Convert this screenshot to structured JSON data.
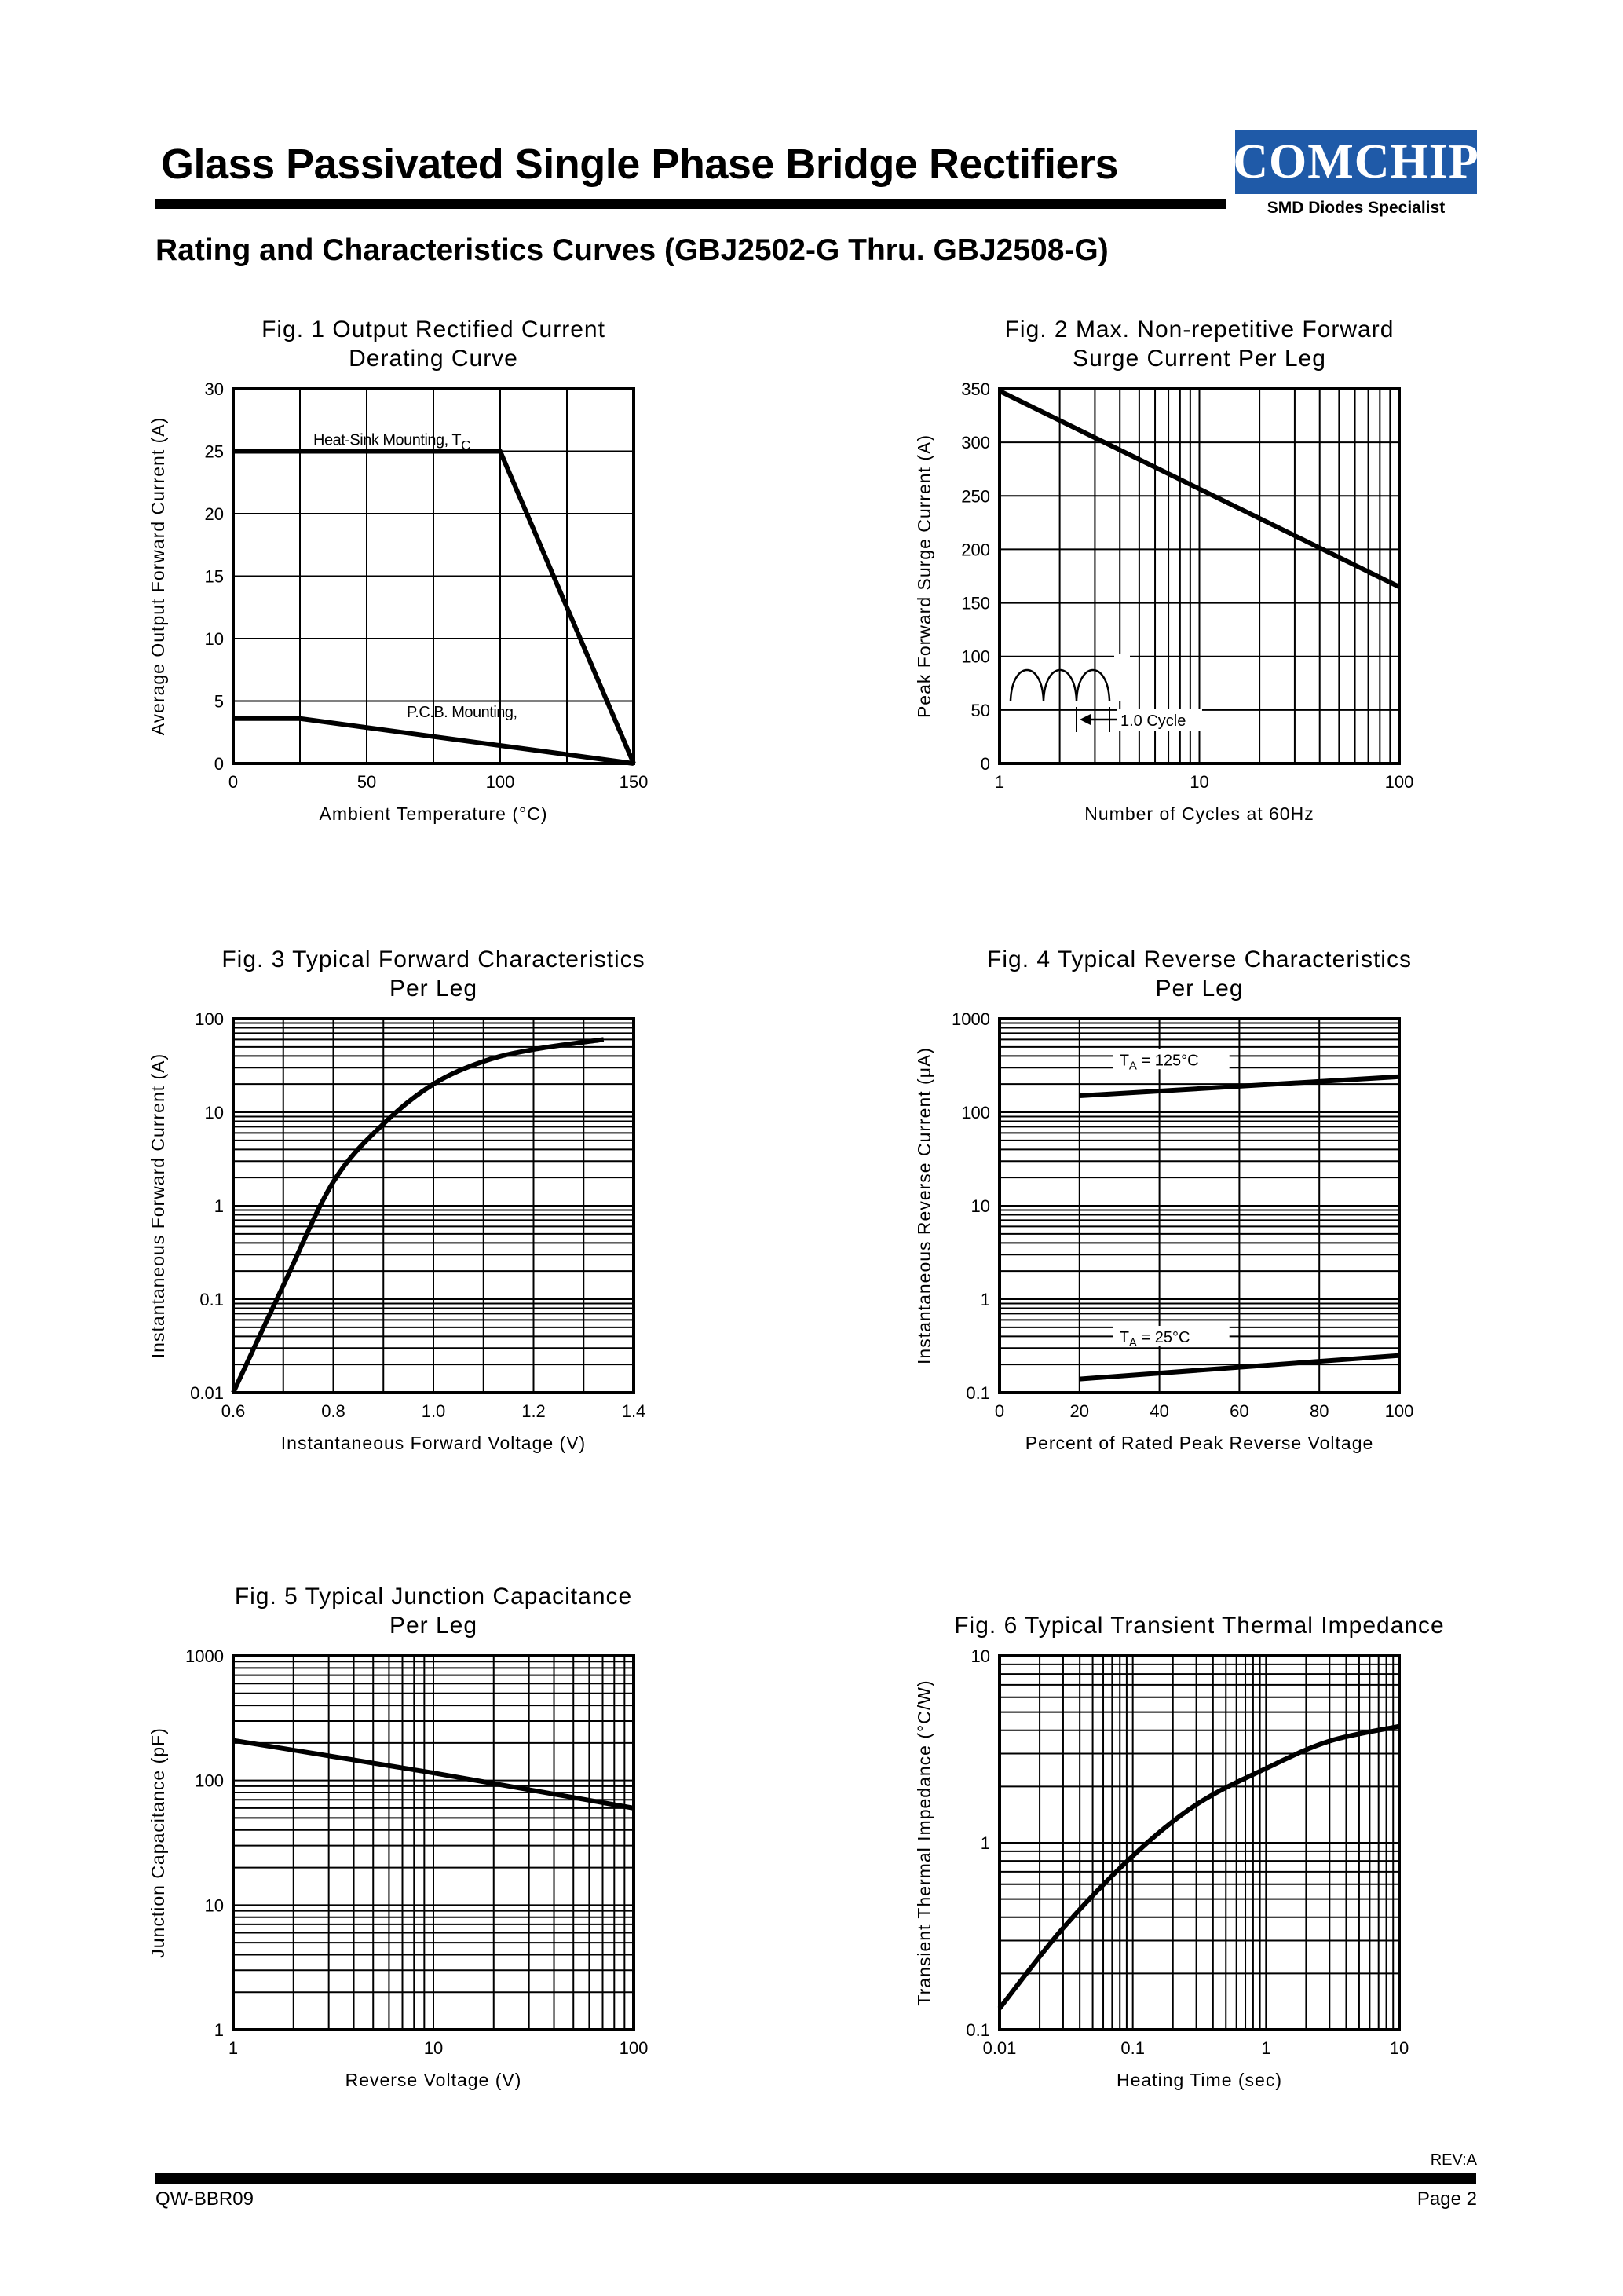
{
  "header": {
    "title": "Glass Passivated Single Phase Bridge Rectifiers",
    "logo_text": "COMCHIP",
    "logo_tagline": "SMD Diodes Specialist",
    "subtitle": "Rating and Characteristics Curves (GBJ2502-G Thru. GBJ2508-G)"
  },
  "footer": {
    "rev": "REV:A",
    "doc_no": "QW-BBR09",
    "page": "Page 2"
  },
  "colors": {
    "logo_bg": "#1f5aa8",
    "ink": "#000000"
  },
  "chart_data": [
    {
      "type": "line",
      "title": [
        "Fig. 1 Output Rectified Current",
        "Derating Curve"
      ],
      "xlabel": "Ambient Temperature (°C)",
      "ylabel": "Average Output Forward Current (A)",
      "xscale": "linear",
      "yscale": "linear",
      "xlim": [
        0,
        150
      ],
      "ylim": [
        0,
        30
      ],
      "xticks": [
        0,
        50,
        100,
        150
      ],
      "xtick_labels": [
        "0",
        "50",
        "100",
        "150"
      ],
      "yticks": [
        0,
        5,
        10,
        15,
        20,
        25,
        30
      ],
      "ytick_labels": [
        "0",
        "5",
        "10",
        "15",
        "20",
        "25",
        "30"
      ],
      "grid": true,
      "series": [
        {
          "name": "Heat-Sink Mounting, TC",
          "x": [
            0,
            100,
            150
          ],
          "y": [
            25,
            25,
            0
          ]
        },
        {
          "name": "P.C.B. Mounting,",
          "x": [
            0,
            25,
            150
          ],
          "y": [
            3.6,
            3.6,
            0
          ]
        }
      ],
      "annotations": [
        {
          "text": "Heat-Sink Mounting, T",
          "sub": "C",
          "x": 30,
          "y": 26
        },
        {
          "text": "P.C.B. Mounting,",
          "x": 65,
          "y": 4.2
        }
      ]
    },
    {
      "type": "line",
      "title": [
        "Fig. 2 Max. Non-repetitive Forward",
        "Surge Current Per Leg"
      ],
      "xlabel": "Number of Cycles at 60Hz",
      "ylabel": "Peak Forward Surge Current (A)",
      "xscale": "log",
      "yscale": "linear",
      "xlim": [
        1,
        100
      ],
      "ylim": [
        0,
        350
      ],
      "xticks": [
        1,
        10,
        100
      ],
      "xtick_labels": [
        "1",
        "10",
        "100"
      ],
      "yticks": [
        0,
        50,
        100,
        150,
        200,
        250,
        300,
        350
      ],
      "ytick_labels": [
        "0",
        "50",
        "100",
        "150",
        "200",
        "250",
        "300",
        "350"
      ],
      "grid": true,
      "series": [
        {
          "x": [
            1,
            100
          ],
          "y": [
            348,
            165
          ]
        }
      ],
      "annotations": [
        {
          "text": "1.0 Cycle"
        }
      ]
    },
    {
      "type": "line",
      "title": [
        "Fig. 3 Typical Forward Characteristics",
        "Per Leg"
      ],
      "xlabel": "Instantaneous Forward Voltage (V)",
      "ylabel": "Instantaneous Forward Current (A)",
      "xscale": "linear",
      "yscale": "log",
      "xlim": [
        0.6,
        1.4
      ],
      "ylim": [
        0.01,
        100
      ],
      "xticks": [
        0.6,
        0.8,
        1.0,
        1.2,
        1.4
      ],
      "xtick_labels": [
        "0.6",
        "0.8",
        "1.0",
        "1.2",
        "1.4"
      ],
      "yticks": [
        0.01,
        0.1,
        1,
        10,
        100
      ],
      "ytick_labels": [
        "0.01",
        "0.1",
        "1",
        "10",
        "100"
      ],
      "grid": true,
      "series": [
        {
          "x": [
            0.6,
            0.7,
            0.8,
            0.9,
            1.0,
            1.1,
            1.2,
            1.34
          ],
          "y": [
            0.01,
            0.14,
            1.8,
            7.5,
            20,
            35,
            47,
            60
          ]
        }
      ]
    },
    {
      "type": "line",
      "title": [
        "Fig. 4 Typical Reverse Characteristics",
        "Per Leg"
      ],
      "xlabel": "Percent of Rated Peak Reverse Voltage",
      "ylabel": "Instantaneous Reverse Current (μA)",
      "xscale": "linear",
      "yscale": "log",
      "xlim": [
        0,
        100
      ],
      "ylim": [
        0.1,
        1000
      ],
      "xticks": [
        0,
        20,
        40,
        60,
        80,
        100
      ],
      "xtick_labels": [
        "0",
        "20",
        "40",
        "60",
        "80",
        "100"
      ],
      "yticks": [
        0.1,
        1,
        10,
        100,
        1000
      ],
      "ytick_labels": [
        "0.1",
        "1",
        "10",
        "100",
        "1000"
      ],
      "grid": true,
      "series": [
        {
          "name": "TA = 125°C",
          "x": [
            20,
            100
          ],
          "y": [
            150,
            240
          ]
        },
        {
          "name": "TA = 25°C",
          "x": [
            20,
            100
          ],
          "y": [
            0.14,
            0.25
          ]
        }
      ],
      "annotations": [
        {
          "text": "T",
          "sub": "A",
          "rest": " = 125°C",
          "x": 30,
          "y": 350
        },
        {
          "text": "T",
          "sub": "A",
          "rest": " = 25°C",
          "x": 30,
          "y": 0.38
        }
      ]
    },
    {
      "type": "line",
      "title": [
        "Fig. 5 Typical Junction Capacitance",
        "Per Leg"
      ],
      "xlabel": "Reverse Voltage (V)",
      "ylabel": "Junction Capacitance (pF)",
      "xscale": "log",
      "yscale": "log",
      "xlim": [
        1,
        100
      ],
      "ylim": [
        1,
        1000
      ],
      "xticks": [
        1,
        10,
        100
      ],
      "xtick_labels": [
        "1",
        "10",
        "100"
      ],
      "yticks": [
        1,
        10,
        100,
        1000
      ],
      "ytick_labels": [
        "1",
        "10",
        "100",
        "1000"
      ],
      "grid": true,
      "series": [
        {
          "x": [
            1,
            10,
            100
          ],
          "y": [
            210,
            115,
            60
          ]
        }
      ]
    },
    {
      "type": "line",
      "title": [
        "Fig. 6 Typical Transient Thermal Impedance"
      ],
      "xlabel": "Heating Time (sec)",
      "ylabel": "Transient Thermal Impedance (°C/W)",
      "xscale": "log",
      "yscale": "log",
      "xlim": [
        0.01,
        10
      ],
      "ylim": [
        0.1,
        10
      ],
      "xticks": [
        0.01,
        0.1,
        1,
        10
      ],
      "xtick_labels": [
        "0.01",
        "0.1",
        "1",
        "10"
      ],
      "yticks": [
        0.1,
        1,
        10
      ],
      "ytick_labels": [
        "0.1",
        "1",
        "10"
      ],
      "grid": true,
      "series": [
        {
          "x": [
            0.01,
            0.03,
            0.1,
            0.3,
            1,
            3,
            10
          ],
          "y": [
            0.13,
            0.35,
            0.85,
            1.6,
            2.5,
            3.5,
            4.2
          ]
        }
      ]
    }
  ]
}
